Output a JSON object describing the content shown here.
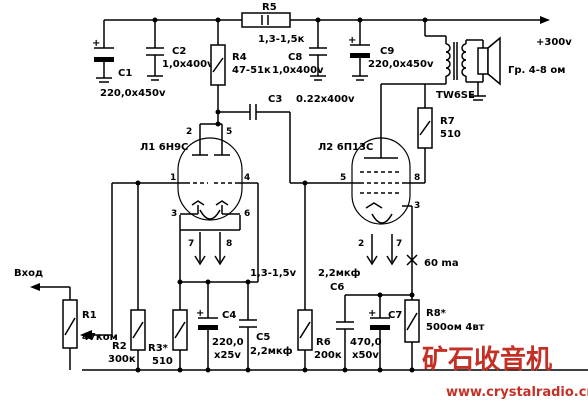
{
  "labels": {
    "r5": "R5",
    "r5_value": "1,3-1,5к",
    "b_plus": "+300v",
    "c1": "C1",
    "c1_value": "220,0x450v",
    "c2": "C2",
    "c2_value": "1,0x400v",
    "r4": "R4",
    "r4_value": "47-51к",
    "c8": "C8",
    "c8_value": "1,0x400v",
    "c9": "C9",
    "c9_value": "220,0x450v",
    "speaker": "Гр. 4-8 ом",
    "transformer": "TW6SE",
    "c3": "C3",
    "c3_value": "0.22x400v",
    "l1": "Л1 6Н9С",
    "l2": "Л2 6П13С",
    "r7": "R7",
    "r7_value": "510",
    "input": "Вход",
    "r1": "R1",
    "r1_value": "47ком",
    "r2": "R2",
    "r2_value": "300к",
    "r3": "R3*",
    "r3_value": "510",
    "c4": "C4",
    "c4_value_1": "220,0",
    "c4_value_2": "x25v",
    "c5": "C5",
    "c5_value": "2,2мкф",
    "bias_v": "1,3-1,5v",
    "r6": "R6",
    "r6_value": "200к",
    "c6_value": "2,2мкф",
    "c6": "C6",
    "c7": "C7",
    "c7_value_1": "470,0",
    "c7_value_2": "x50v",
    "r8": "R8*",
    "r8_value": "500ом 4вт",
    "current": "60 ma",
    "plus": "+"
  },
  "pins": {
    "l1_p2": "2",
    "l1_p5": "5",
    "l1_p1": "1",
    "l1_p4": "4",
    "l1_p3": "3",
    "l1_p6": "6",
    "l1_p7": "7",
    "l1_p8": "8",
    "l2_p5": "5",
    "l2_p8": "8",
    "l2_p3": "3",
    "l2_p2": "2",
    "l2_p7": "7"
  },
  "watermark": {
    "text": "矿石收音机",
    "url": "www.crystalradio.cn"
  }
}
